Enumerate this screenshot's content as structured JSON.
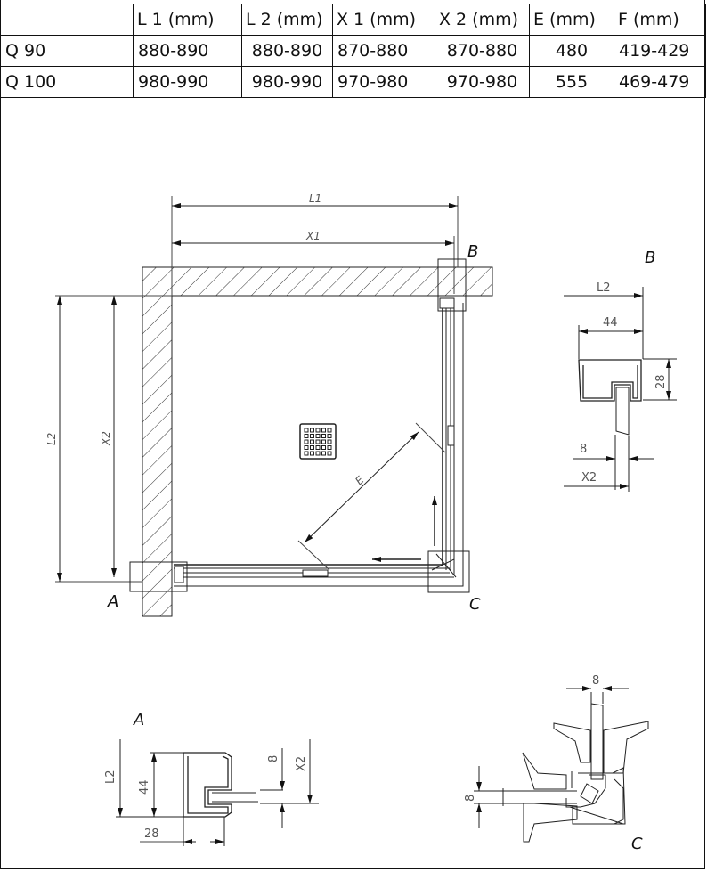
{
  "table": {
    "headers": [
      "",
      "L 1 (mm)",
      "L 2 (mm)",
      "X 1 (mm)",
      "X 2 (mm)",
      "E  (mm)",
      "F  (mm)"
    ],
    "rows": [
      {
        "model": "Q 90",
        "l1": "880-890",
        "l2": "880-890",
        "x1": "870-880",
        "x2": "870-880",
        "e": "480",
        "f": "419-429"
      },
      {
        "model": "Q 100",
        "l1": "980-990",
        "l2": "980-990",
        "x1": "970-980",
        "x2": "970-980",
        "e": "555",
        "f": "469-479"
      }
    ]
  },
  "plan": {
    "dim_l1": "L1",
    "dim_x1": "X1",
    "dim_l2": "L2",
    "dim_x2": "X2",
    "dim_e": "E",
    "detail_a": "A",
    "detail_b": "B",
    "detail_c": "C"
  },
  "detail_b": {
    "title": "B",
    "l2": "L2",
    "w44": "44",
    "h28": "28",
    "glass8": "8",
    "x2": "X2"
  },
  "detail_a": {
    "title": "A",
    "l2": "L2",
    "h44": "44",
    "w28": "28",
    "glass8": "8",
    "x2": "X2"
  },
  "detail_c": {
    "title": "C",
    "glass8_top": "8",
    "glass8_left": "8"
  }
}
